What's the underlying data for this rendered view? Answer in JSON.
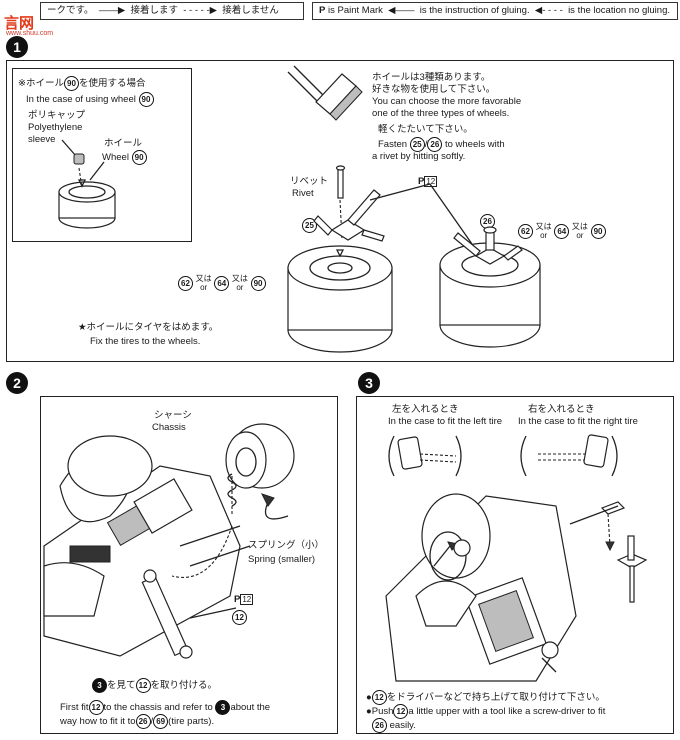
{
  "header": {
    "left_legend_a": "ークです。",
    "left_legend_b": "接着します",
    "left_legend_c": "接着しません",
    "right_legend_a": "is Paint Mark",
    "right_legend_b": "is the instruction of gluing.",
    "right_legend_c": "is the location no gluing.",
    "paint_mark_symbol": "P"
  },
  "watermark": {
    "title": "言网",
    "sub": "www.shuu.com",
    "color": "#e23a1a"
  },
  "step1": {
    "number": "1",
    "inset_title_jp_a": "ホイール",
    "inset_title_jp_b": "を使用する場合",
    "inset_title_en": "In the case of using wheel",
    "part_wheel_in_title": "90",
    "poly_jp": "ポリキャップ",
    "poly_en_a": "Polyethylene",
    "poly_en_b": "sleeve",
    "wheel_jp": "ホイール",
    "wheel_en": "Wheel",
    "wheel_part": "90",
    "info_jp_a": "ホイールは3種類あります。",
    "info_jp_b": "好きな物を使用して下さい。",
    "info_en_a": "You can choose the more favorable",
    "info_en_b": "one of the three types of wheels.",
    "tap_jp": "軽くたたいて下さい。",
    "fasten_a": "Fasten",
    "fasten_p1": "25",
    "fasten_slash": "/",
    "fasten_p2": "26",
    "fasten_b": "to wheels with",
    "fasten_c": "a rivet by hitting softly.",
    "rivet_jp": "リベット",
    "rivet_en": "Rivet",
    "paint_code": "12",
    "part_25": "25",
    "part_26": "26",
    "left_choice": {
      "p1": "62",
      "or1": "or",
      "jp1": "又は",
      "p2": "64",
      "or2": "or",
      "jp2": "又は",
      "p3": "90"
    },
    "right_choice": {
      "p1": "62",
      "or1": "or",
      "jp1": "又は",
      "p2": "64",
      "or2": "or",
      "jp2": "又は",
      "p3": "90"
    },
    "tire_jp": "★ホイールにタイヤをはめます。",
    "tire_en": "Fix the tires to the wheels."
  },
  "step2": {
    "number": "2",
    "chassis_jp": "シャーシ",
    "chassis_en": "Chassis",
    "spring_jp": "スプリング（小）",
    "spring_en": "Spring (smaller)",
    "paint_code": "12",
    "part_12": "12",
    "ref_jp_a": "を見て",
    "ref_jp_step": "3",
    "ref_jp_part": "12",
    "ref_jp_b": "を取り付ける。",
    "en_a": "First fit",
    "en_part": "12",
    "en_b": "to the chassis and refer to",
    "en_step": "3",
    "en_c": "about the",
    "en_d": "way how to fit it to",
    "en_p1": "26",
    "en_p2": "69",
    "en_e": "(tire parts)."
  },
  "step3": {
    "number": "3",
    "left_jp": "左を入れるとき",
    "left_en": "In the case to fit the left tire",
    "right_jp": "右を入れるとき",
    "right_en": "In the case to fit the right tire",
    "jp_part": "12",
    "jp_text": "をドライバーなどで持ち上げて取り付けて下さい。",
    "en_a": "Push",
    "en_part": "12",
    "en_b": "a little upper with a tool like a screw-driver to fit",
    "en_part2": "26",
    "en_c": "easily."
  }
}
